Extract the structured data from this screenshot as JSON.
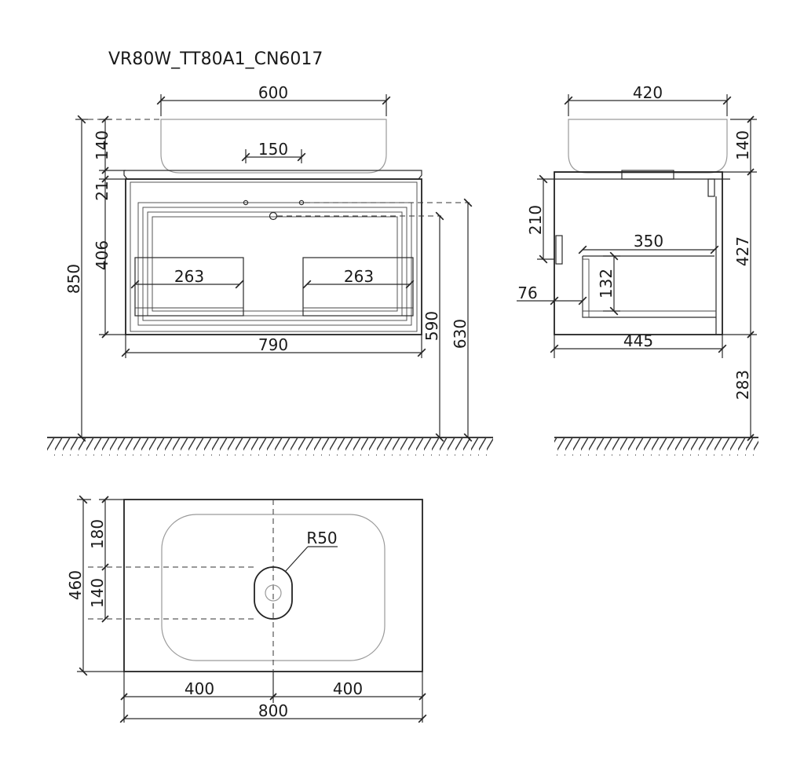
{
  "title": "VR80W_TT80A1_CN6017",
  "front_view": {
    "basin_width": "600",
    "drain_offset": "150",
    "basin_height": "140",
    "top_thickness": "21",
    "cabinet_height": "406",
    "drawer_width_left": "263",
    "drawer_width_right": "263",
    "cabinet_width": "790",
    "total_height": "850",
    "mount_height_1": "590",
    "mount_height_2": "630"
  },
  "side_view": {
    "basin_depth": "420",
    "basin_height": "140",
    "siphon_height": "210",
    "drawer_depth": "350",
    "drawer_height": "132",
    "back_offset": "76",
    "cabinet_height": "427",
    "cabinet_depth": "445",
    "floor_clearance": "283"
  },
  "top_view": {
    "radius": "R50",
    "edge_to_drain": "180",
    "drain_size": "140",
    "total_depth": "460",
    "half_width_left": "400",
    "half_width_right": "400",
    "total_width": "800"
  }
}
